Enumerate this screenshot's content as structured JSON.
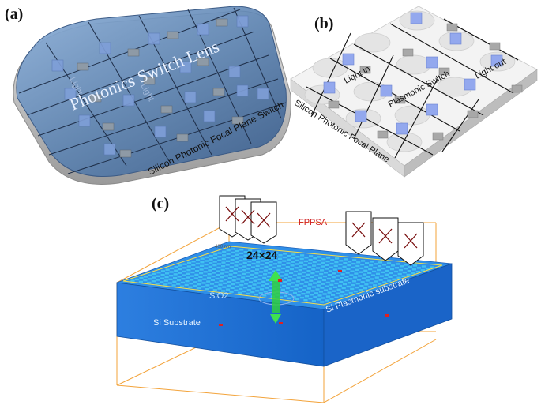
{
  "panels": {
    "a": {
      "label": "(a)",
      "lens_title": "Photonics Switch Lens",
      "faint_left": "Light",
      "faint_right": "Light",
      "plane_label": "Silicon Photonic Focal Plane Switch",
      "colors": {
        "lens": "#5f86b3",
        "pad": "#7ea0d8",
        "switch": "#8b9aa9"
      }
    },
    "b": {
      "label": "(b)",
      "light_in": "Light in",
      "plasmonic_switch": "Plasmonic Switch",
      "light_out": "Light out",
      "plane_label": "Silicon Photonic Focal Plane",
      "colors": {
        "pad": "#8fa6ec",
        "switch": "#a7a7a7",
        "base": "#f1f1f1"
      }
    },
    "c": {
      "label": "(c)",
      "fppsa": "FPPSA",
      "array_size": "24×24",
      "sio2": "SiO2",
      "si_substrate": "Si Substrate",
      "si_plasmonic_substrate": "Si Plasmonic substrate",
      "small_text": "400 nm",
      "colors": {
        "substrate": "#1d6fd6",
        "array": "#43c8f3",
        "outline": "#f5a623",
        "markers": "#e02020",
        "fppsa_text": "#d02020"
      }
    }
  }
}
